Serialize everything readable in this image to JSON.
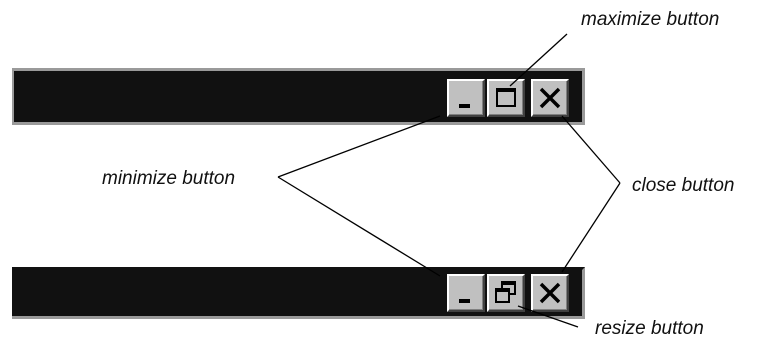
{
  "labels": {
    "maximize": "maximize button",
    "minimize": "minimize button",
    "close": "close button",
    "resize": "resize button"
  },
  "icons": {
    "minimize": "minimize-icon",
    "maximize": "maximize-icon",
    "restore": "restore-icon",
    "close": "close-icon"
  },
  "colors": {
    "titlebar": "#111111",
    "button_face": "#c0c0c0",
    "frame": "#9a9a9a"
  }
}
